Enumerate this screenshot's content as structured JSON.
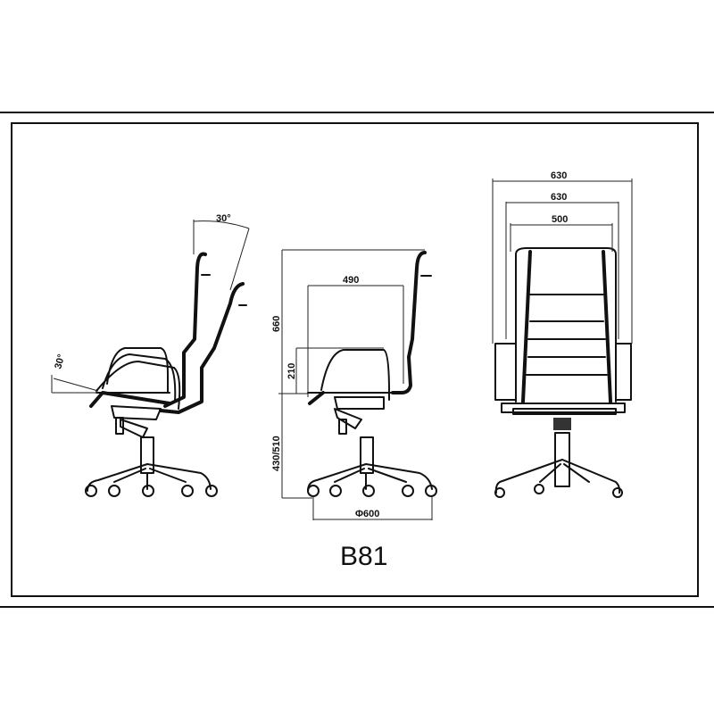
{
  "model": "B81",
  "side_view": {
    "back_recline_angle": "30°",
    "seat_tilt_angle": "30°"
  },
  "profile_view": {
    "back_height": "660",
    "seat_depth": "490",
    "armrest_height": "210",
    "seat_height": "430/510",
    "base_diameter": "Φ600"
  },
  "front_view": {
    "overall_width": "630",
    "arm_width": "630",
    "seat_width": "500"
  }
}
